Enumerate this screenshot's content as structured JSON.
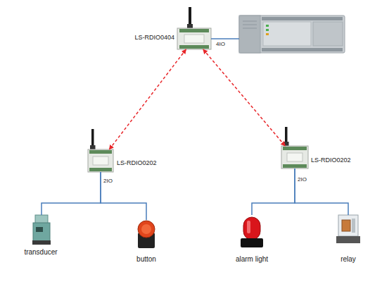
{
  "diagram": {
    "nodes": [
      {
        "text": [
          "LS-RDIO0404"
        ]
      },
      {
        "text": [
          "LS-RDIO0202"
        ]
      },
      {
        "text": [
          "LS-RDIO0202"
        ]
      },
      {
        "text": [
          "transducer"
        ]
      },
      {
        "text": [
          "button"
        ]
      },
      {
        "text": [
          "alarm light"
        ]
      },
      {
        "text": [
          "relay"
        ]
      }
    ],
    "edges": [
      {
        "from": 0,
        "to": 1,
        "arrow": "both"
      },
      {
        "from": 0,
        "to": 2,
        "arrow": "both"
      },
      {
        "from": 1,
        "to": 3,
        "arrow": "none",
        "label": "2IO"
      },
      {
        "from": 1,
        "to": 4,
        "arrow": "none"
      },
      {
        "from": 2,
        "to": 5,
        "arrow": "none",
        "label": "2IO"
      },
      {
        "from": 2,
        "to": 6,
        "arrow": "none"
      }
    ],
    "labels": [
      "4IO"
    ]
  }
}
